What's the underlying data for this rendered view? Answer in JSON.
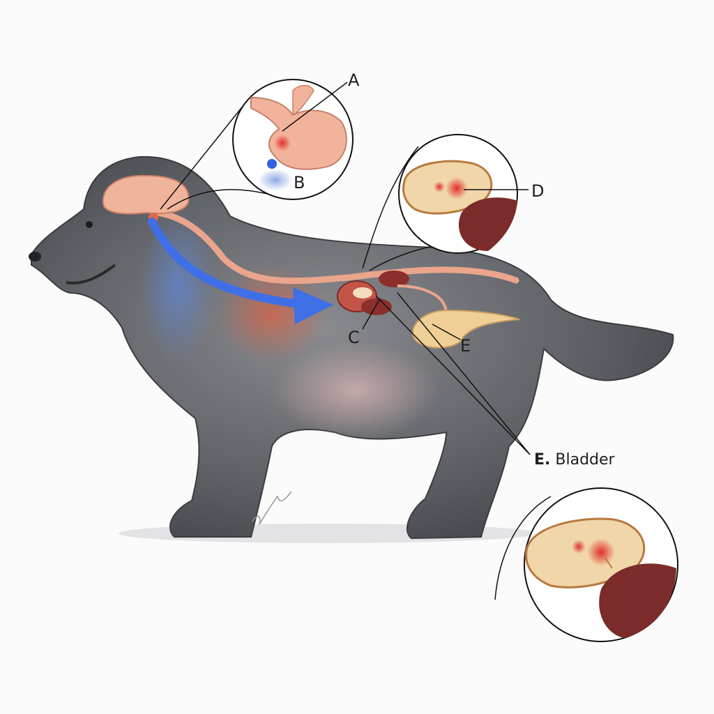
{
  "labels": {
    "a": "A",
    "b": "B",
    "c": "C",
    "d": "D",
    "e": "E",
    "bladder_prefix": "E.",
    "bladder_name": "Bladder"
  },
  "colors": {
    "fur": "#55585d",
    "brain": "#f0b49a",
    "nerve_arrow": "#3f6fe6",
    "kidney": "#8a2f2c",
    "bladder": "#f0cf96",
    "lesion": "#e0302c"
  }
}
